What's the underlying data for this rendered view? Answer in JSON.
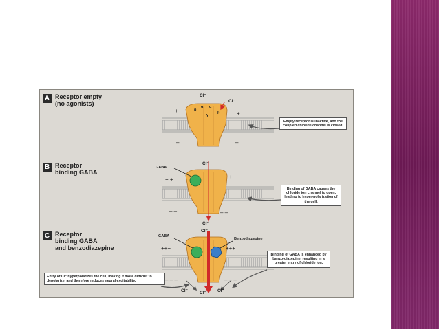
{
  "panels": [
    {
      "badge": "A",
      "title_line1": "Receptor empty",
      "title_line2": "(no agonists)",
      "callout": "Empty receptor is inactive, and the coupled chloride channel is closed.",
      "cl_top": "Cl⁻",
      "cl_side": "Cl⁻",
      "subunit_labels": [
        "β",
        "α",
        "α",
        "γ",
        "β"
      ],
      "plus_signs": "+",
      "plus_signs_right": "+",
      "minus_signs": "–",
      "minus_signs_right": "–"
    },
    {
      "badge": "B",
      "title_line1": "Receptor",
      "title_line2": "binding GABA",
      "callout": "Binding of GABA causes the chloride ion channel to open, leading to hyper-polarization of the cell.",
      "cl_top": "Cl⁻",
      "cl_bottom": "Cl⁻",
      "gaba_label": "GABA",
      "plus_signs": "+ +",
      "plus_signs_right": "+ +",
      "minus_signs": "– –",
      "minus_signs_right": "– –"
    },
    {
      "badge": "C",
      "title_line1": "Receptor",
      "title_line2": "binding GABA",
      "title_line3": "and benzodiazepine",
      "callout_right": "Binding of GABA is enhanced by benzo-diazepine, resulting in a greater entry of chloride ion.",
      "callout_left": "Entry of Cl⁻ hyperpolarizes the cell, making it more difficult to depolarize, and therefore reduces neural excitability.",
      "gaba_label": "GABA",
      "benzo_label": "Benzodiazepine",
      "cl_top": "Cl⁻",
      "cl_bottom_left": "Cl⁻",
      "cl_bottom_mid": "Cl⁻",
      "cl_bottom_right": "Cl⁻",
      "plus_signs": "+++",
      "plus_signs_right": "+++",
      "minus_signs": "– – –",
      "minus_signs_right": "– – –"
    }
  ],
  "colors": {
    "background": "#ffffff",
    "side_band": "#7a2060",
    "panel": "#dcd9d3",
    "receptor": "#f0b24a",
    "membrane": "#9a9a9a",
    "gaba": "#3cae5a",
    "benzodiazepine": "#3a7ec8",
    "arrow": "#d02a2a"
  }
}
